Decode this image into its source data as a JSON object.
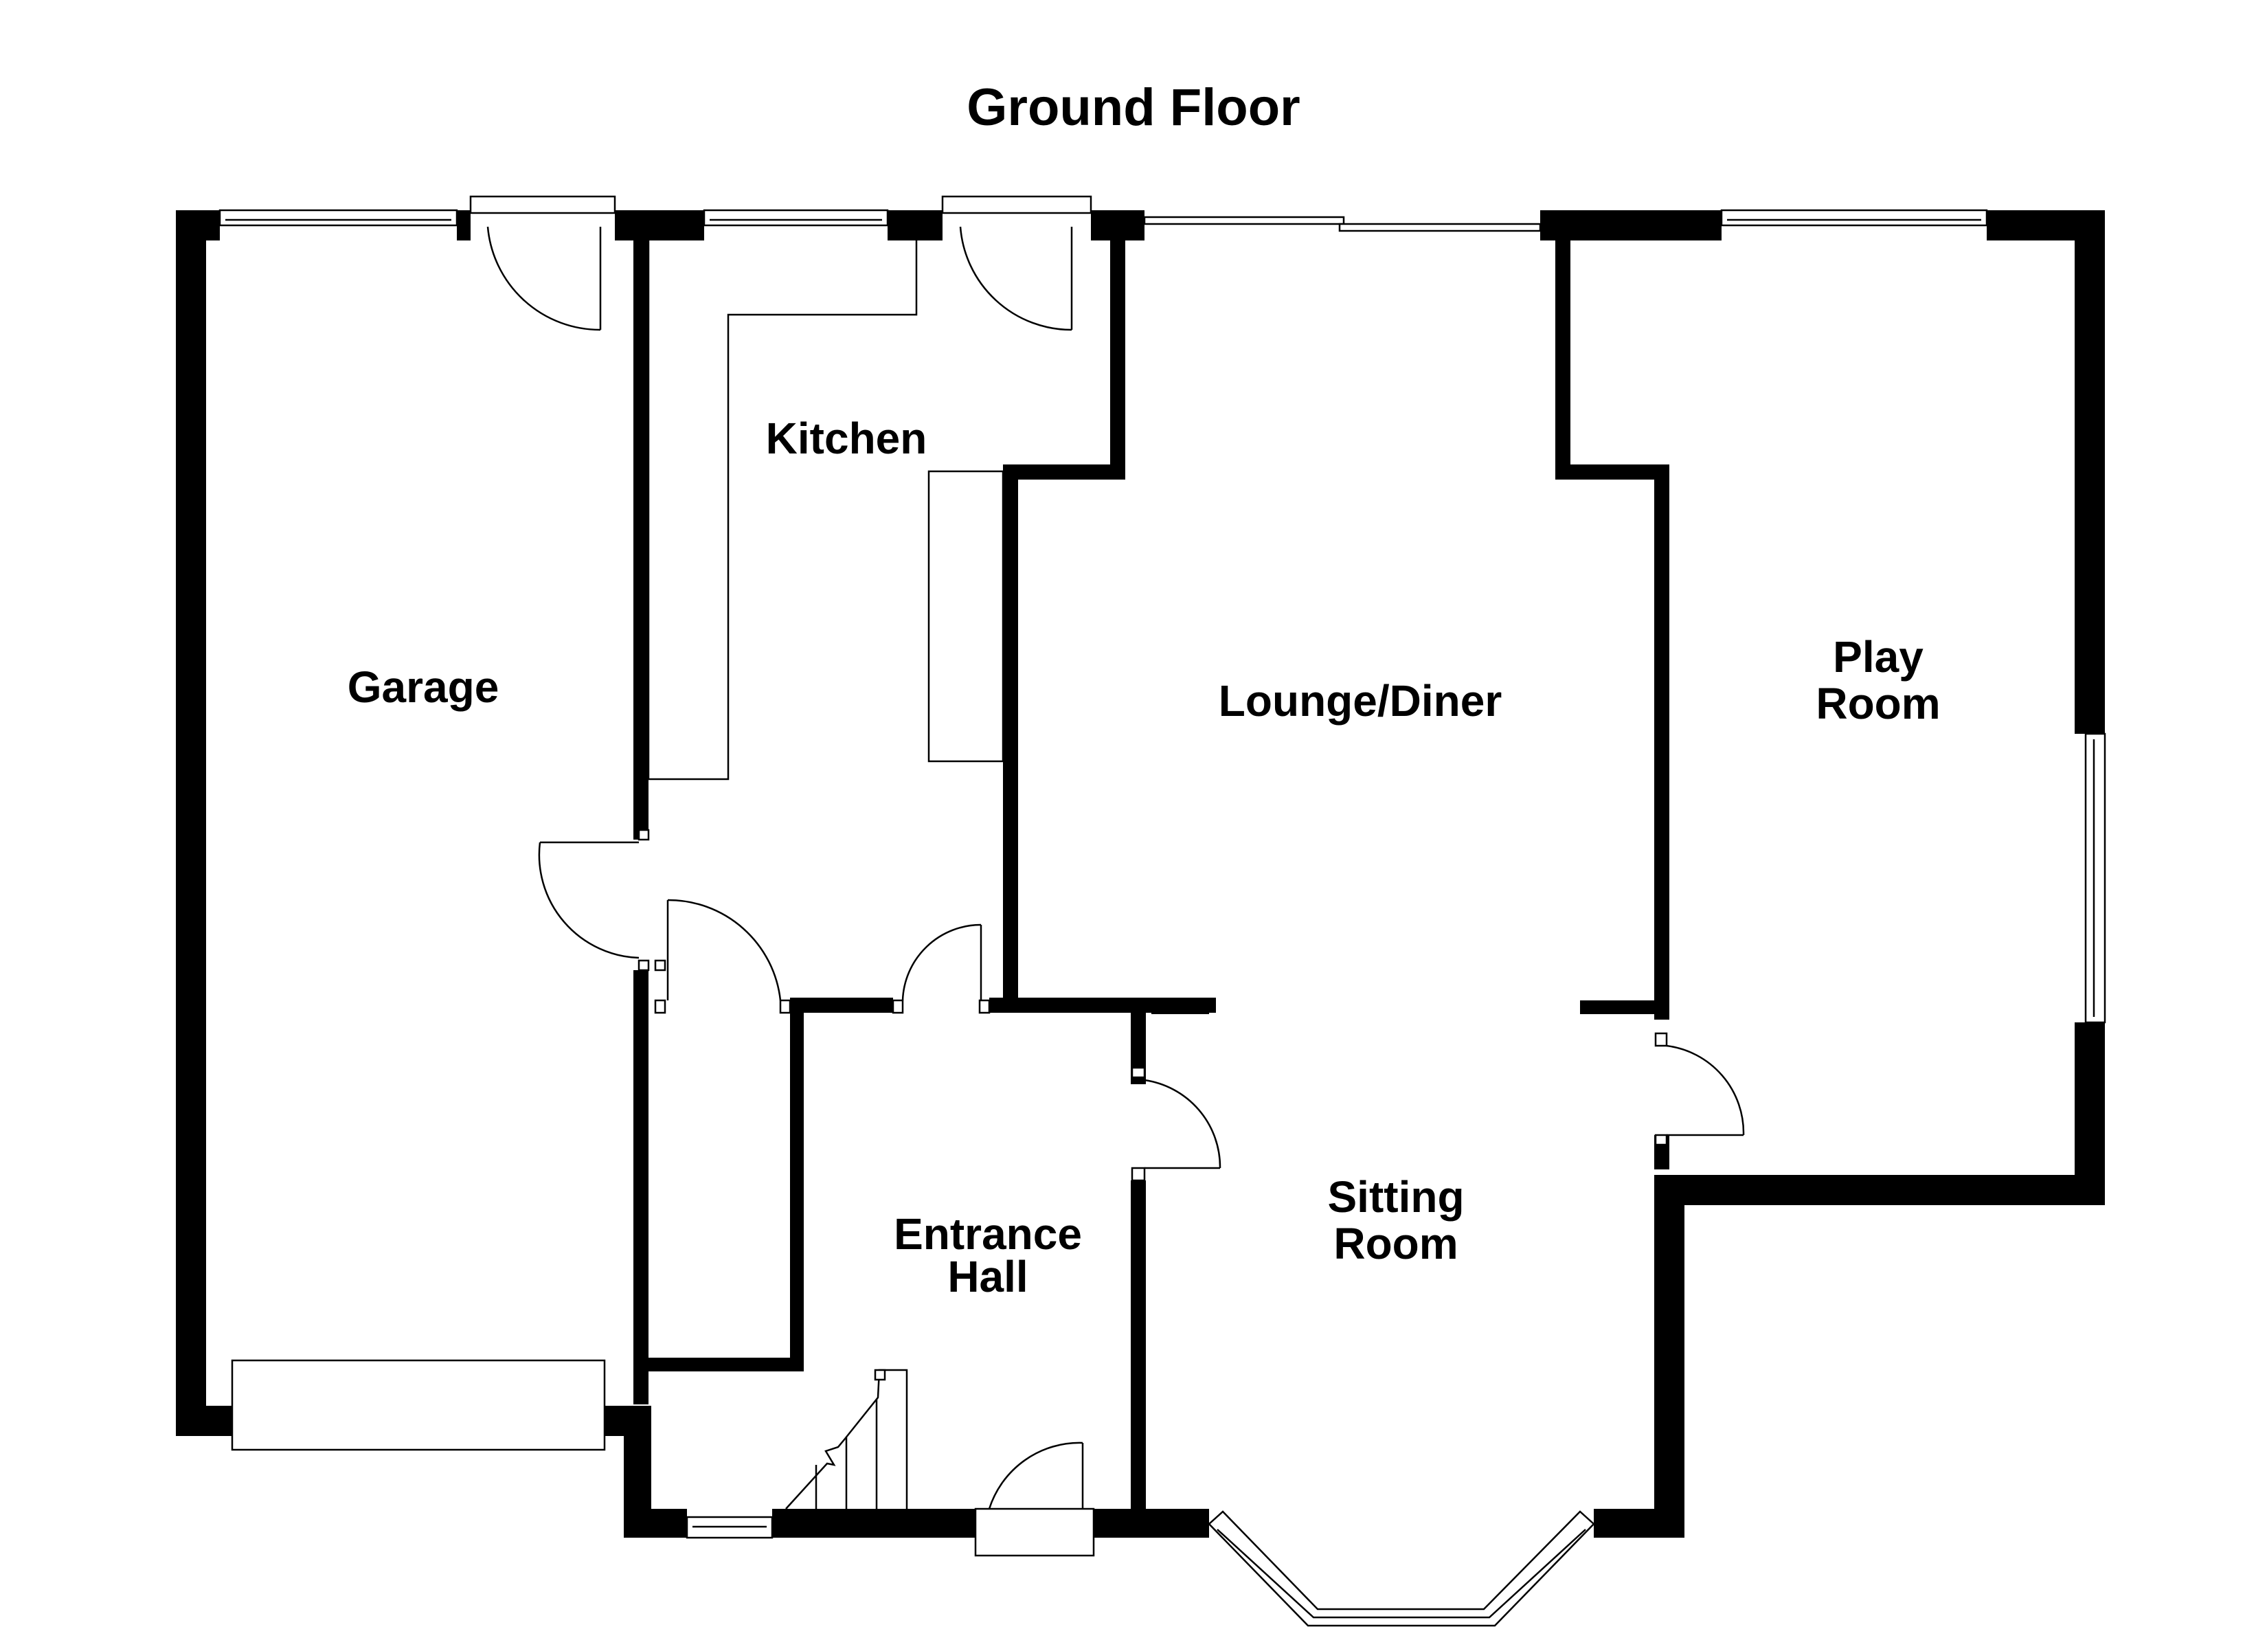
{
  "title": "Ground Floor",
  "rooms": [
    {
      "id": "garage",
      "lines": [
        "Garage"
      ]
    },
    {
      "id": "kitchen",
      "lines": [
        "Kitchen"
      ]
    },
    {
      "id": "lounge-diner",
      "lines": [
        "Lounge/Diner"
      ]
    },
    {
      "id": "play-room",
      "lines": [
        "Play",
        "Room"
      ]
    },
    {
      "id": "entrance-hall",
      "lines": [
        "Entrance",
        "Hall"
      ]
    },
    {
      "id": "sitting-room",
      "lines": [
        "Sitting",
        "Room"
      ]
    }
  ],
  "colors": {
    "wall": "#000000",
    "background": "#ffffff",
    "text": "#000000"
  }
}
